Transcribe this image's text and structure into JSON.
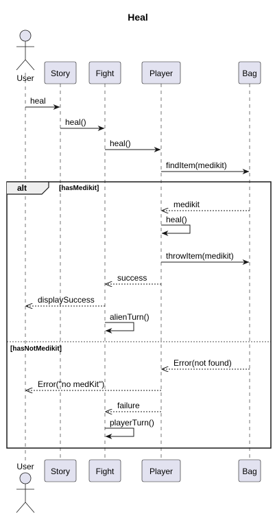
{
  "title": "Heal",
  "actor": {
    "name": "User",
    "icon": "stick-figure-actor-icon"
  },
  "participants": [
    {
      "name": "Story"
    },
    {
      "name": "Fight"
    },
    {
      "name": "Player"
    },
    {
      "name": "Bag"
    }
  ],
  "fragment": {
    "operator": "alt",
    "sections": [
      {
        "guard": "[hasMedikit]"
      },
      {
        "guard": "[hasNotMedikit]"
      }
    ]
  },
  "messages": [
    {
      "from": "User",
      "to": "Story",
      "label": "heal",
      "style": "solid"
    },
    {
      "from": "Story",
      "to": "Fight",
      "label": "heal()",
      "style": "solid"
    },
    {
      "from": "Fight",
      "to": "Player",
      "label": "heal()",
      "style": "solid"
    },
    {
      "from": "Player",
      "to": "Bag",
      "label": "findItem(medikit)",
      "style": "solid"
    },
    {
      "from": "Bag",
      "to": "Player",
      "label": "medikit",
      "style": "dashed"
    },
    {
      "from": "Player",
      "to": "Player",
      "label": "heal()",
      "style": "self"
    },
    {
      "from": "Player",
      "to": "Bag",
      "label": "throwItem(medikit)",
      "style": "solid"
    },
    {
      "from": "Player",
      "to": "Fight",
      "label": "success",
      "style": "dashed"
    },
    {
      "from": "Fight",
      "to": "User",
      "label": "displaySuccess",
      "style": "dashed"
    },
    {
      "from": "Fight",
      "to": "Fight",
      "label": "alienTurn()",
      "style": "self"
    },
    {
      "from": "Bag",
      "to": "Player",
      "label": "Error(not found)",
      "style": "dashed"
    },
    {
      "from": "Player",
      "to": "User",
      "label": "Error(\"no medKit\")",
      "style": "dashed"
    },
    {
      "from": "Player",
      "to": "Fight",
      "label": "failure",
      "style": "dashed"
    },
    {
      "from": "Fight",
      "to": "Fight",
      "label": "playerTurn()",
      "style": "self"
    }
  ],
  "colors": {
    "participant_fill": "#e2e2f0",
    "line": "#181818"
  }
}
